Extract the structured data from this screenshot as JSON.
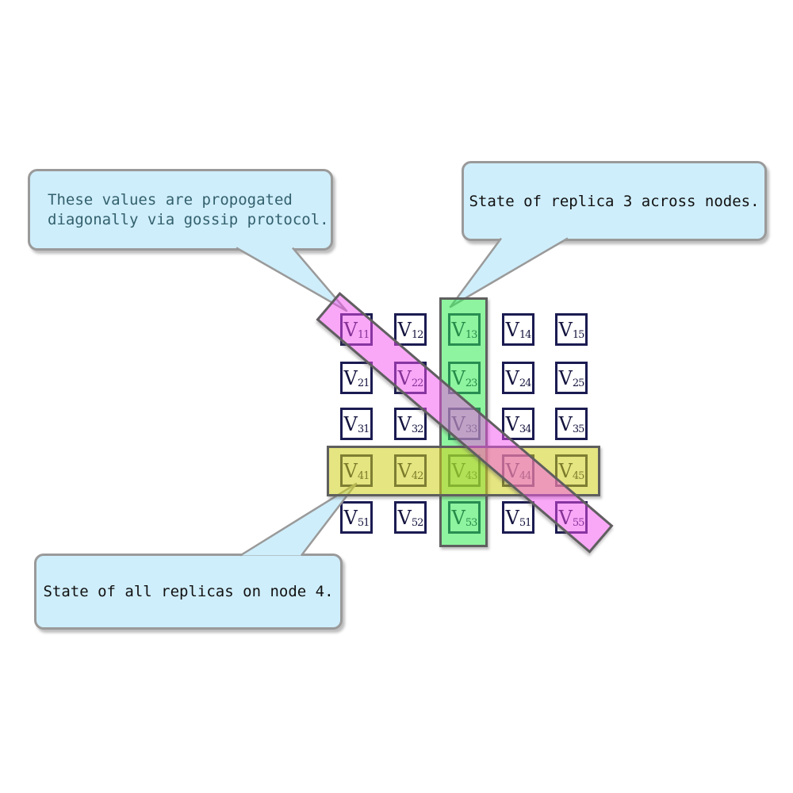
{
  "figure": {
    "callouts": {
      "gossip": {
        "line1": "These values are propogated",
        "line2": "diagonally via gossip protocol."
      },
      "replica3": {
        "text": "State of replica 3 across nodes."
      },
      "node4": {
        "text": "State of all replicas on node 4."
      }
    },
    "matrix": {
      "symbol": "V",
      "rows": 5,
      "cols": 5,
      "cells": [
        {
          "sub": "11"
        },
        {
          "sub": "12"
        },
        {
          "sub": "13"
        },
        {
          "sub": "14"
        },
        {
          "sub": "15"
        },
        {
          "sub": "21"
        },
        {
          "sub": "22"
        },
        {
          "sub": "23"
        },
        {
          "sub": "24"
        },
        {
          "sub": "25"
        },
        {
          "sub": "31"
        },
        {
          "sub": "32"
        },
        {
          "sub": "33"
        },
        {
          "sub": "34"
        },
        {
          "sub": "35"
        },
        {
          "sub": "41"
        },
        {
          "sub": "42"
        },
        {
          "sub": "43"
        },
        {
          "sub": "44"
        },
        {
          "sub": "45"
        },
        {
          "sub": "51"
        },
        {
          "sub": "52"
        },
        {
          "sub": "53"
        },
        {
          "sub": "51"
        },
        {
          "sub": "55"
        }
      ]
    },
    "colors": {
      "diagonal_band": "#f450f0",
      "column_band": "#32eb50",
      "row_band": "#d0d019",
      "callout_fill": "#cfeefb",
      "callout_border": "#9a9a9a",
      "band_border": "#5f5f5f",
      "cell_border": "#1b1b52",
      "gossip_text": "#33606e",
      "callout_text": "#111111"
    }
  }
}
